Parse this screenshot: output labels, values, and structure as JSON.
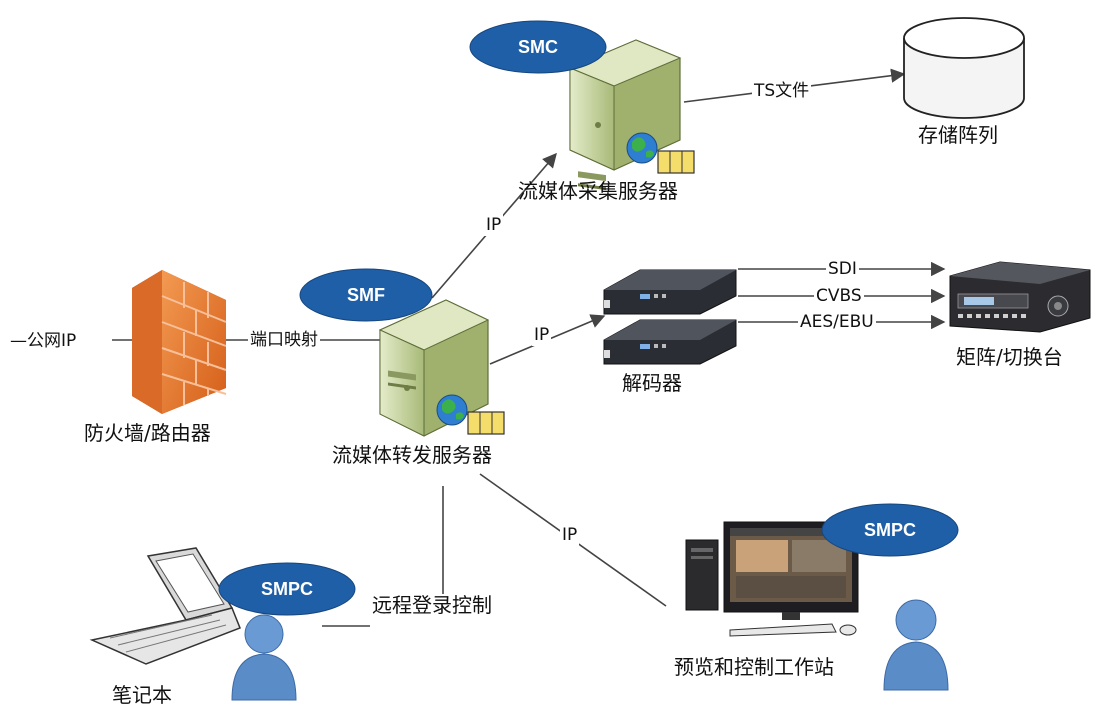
{
  "nodes": {
    "smc_server": {
      "label": "流媒体采集服务器",
      "badge": "SMC"
    },
    "storage": {
      "label": "存储阵列"
    },
    "smf_server": {
      "label": "流媒体转发服务器",
      "badge": "SMF"
    },
    "firewall": {
      "label": "防火墙/路由器"
    },
    "decoder": {
      "label": "解码器"
    },
    "switcher": {
      "label": "矩阵/切换台"
    },
    "laptop": {
      "label": "笔记本",
      "badge": "SMPC"
    },
    "workstation": {
      "label": "预览和控制工作站",
      "badge": "SMPC"
    }
  },
  "links": {
    "public_ip": "—公网IP",
    "port_mapping": "端口映射",
    "ip_to_smc": "IP",
    "ip_to_decoder": "IP",
    "ip_to_workstation": "IP",
    "ts_file": "TS文件",
    "sdi": "SDI",
    "cvbs": "CVBS",
    "aes_ebu": "AES/EBU",
    "remote_login": "远程登录控制"
  },
  "colors": {
    "badge": "#1f5fa8",
    "server_body": "#c9d7a3",
    "firewall_brick": "#e8762c",
    "line": "#444444"
  }
}
